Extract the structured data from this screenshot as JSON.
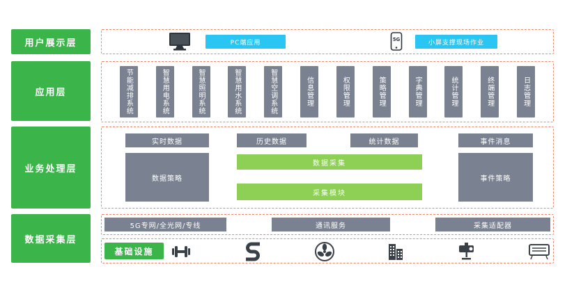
{
  "colors": {
    "layer_green": "#3bb44a",
    "bar_light_green": "#8ecf55",
    "box_gray": "#7a8190",
    "button_cyan": "#29c6f3",
    "dashed_border": "#f0876c",
    "icon_dark": "#3a4047"
  },
  "display_layer": {
    "label": "用户展示层",
    "pc_app_label": "PC端应用",
    "mobile_app_label": "小屏支撑现场作业",
    "phone_badge": "5G"
  },
  "application_layer": {
    "label": "应用层",
    "modules": [
      "节能减排系统",
      "智慧用电系统",
      "智慧照明系统",
      "智慧用水系统",
      "智慧空调系统",
      "信息管理",
      "权限管理",
      "策略管理",
      "字典管理",
      "统计管理",
      "终端管理",
      "日志管理"
    ]
  },
  "business_layer": {
    "label": "业务处理层",
    "realtime_data": "实时数据",
    "history_data": "历史数据",
    "stat_data": "统计数据",
    "event_message": "事件消息",
    "data_strategy": "数据策略",
    "data_collect": "数据采集",
    "collect_module": "采集模块",
    "event_strategy": "事件策略"
  },
  "collection_layer": {
    "label": "数据采集层",
    "network_bar": "5G专网/全光网/专线",
    "comm_service": "通讯服务",
    "adapter": "采集适配器"
  },
  "infrastructure": {
    "label": "基础设施",
    "icons": [
      "power-equipment",
      "pipeline",
      "ventilation-fan",
      "building",
      "surveillance-camera",
      "air-conditioner"
    ]
  }
}
